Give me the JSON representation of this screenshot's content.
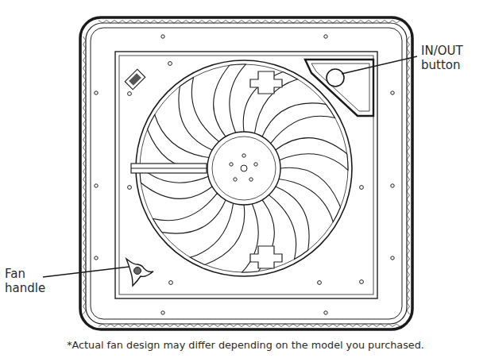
{
  "diagram": {
    "caption": "*Actual fan design may differ depending on the model you purchased.",
    "labels": [
      "IN/OUT button",
      "Fan handle"
    ]
  }
}
